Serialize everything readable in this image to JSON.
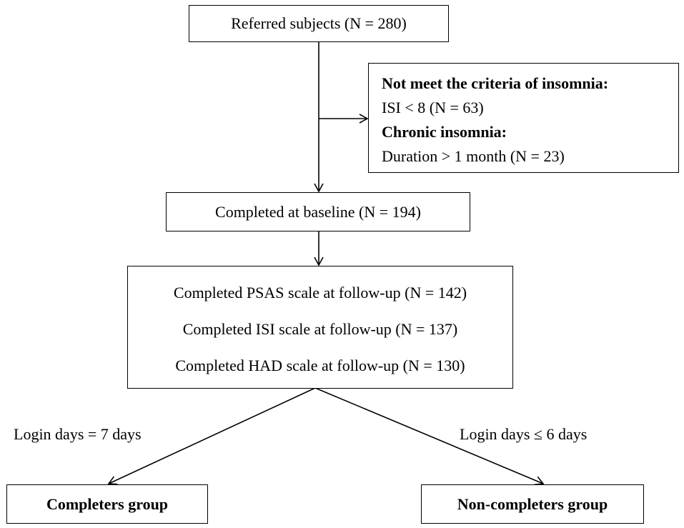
{
  "referred": {
    "text": "Referred subjects (N = 280)"
  },
  "exclusion": {
    "heading1": "Not meet the criteria of insomnia:",
    "line1": "ISI < 8 (N = 63)",
    "heading2": "Chronic insomnia:",
    "line2": "Duration > 1 month (N = 23)"
  },
  "baseline": {
    "text": "Completed at baseline (N = 194)"
  },
  "followup": {
    "psas": "Completed PSAS scale at follow-up (N = 142)",
    "isi": "Completed ISI scale at follow-up (N = 137)",
    "had": "Completed HAD scale at follow-up (N = 130)"
  },
  "branches": {
    "left_label": "Login days = 7 days",
    "right_label": "Login days ≤  6 days"
  },
  "groups": {
    "completers": "Completers group",
    "non_completers": "Non-completers group"
  }
}
